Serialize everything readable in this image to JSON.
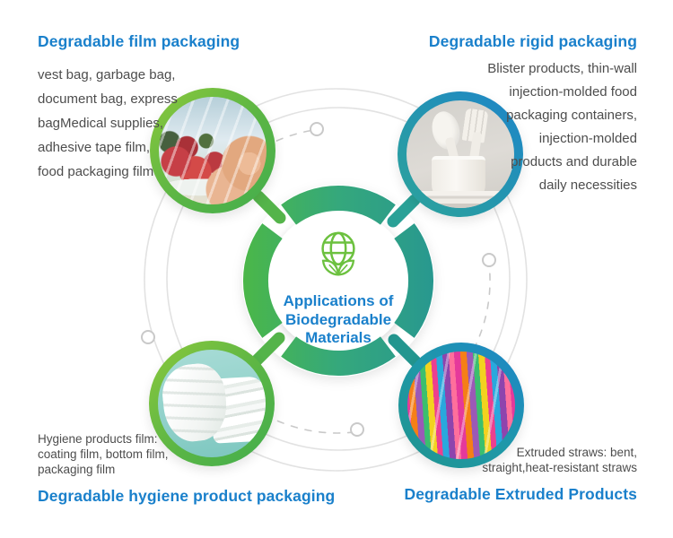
{
  "center": {
    "icon": "globe-leaf-icon",
    "title_lines": [
      "Applications of",
      "Biodegradable",
      "Materials"
    ]
  },
  "sections": {
    "film": {
      "heading": "Degradable film packaging",
      "body_lines": [
        "vest bag, garbage bag,",
        "document bag, express",
        "bagMedical supplies,",
        "adhesive tape film,",
        "food packaging film"
      ],
      "image": "plastic-wrapped-tomatoes-photo",
      "ring": "green"
    },
    "rigid": {
      "heading": "Degradable rigid packaging",
      "body_lines": [
        "Blister products, thin-wall",
        "injection-molded food",
        "packaging containers,",
        "injection-molded",
        "products and durable",
        "daily necessities"
      ],
      "image": "disposable-tableware-photo",
      "ring": "blue"
    },
    "hygiene": {
      "heading": "Degradable hygiene product packaging",
      "body_lines": [
        "Hygiene products film:",
        "coating film, bottom film,",
        "packaging film"
      ],
      "image": "diapers-photo",
      "ring": "green"
    },
    "extruded": {
      "heading": "Degradable Extruded Products",
      "body_lines": [
        "Extruded straws: bent,",
        "straight,heat-resistant straws"
      ],
      "image": "colorful-straws-photo",
      "ring": "teal"
    }
  },
  "colors": {
    "heading_blue": "#1a80cb",
    "body_text": "#4d4d4d",
    "green": "#55b54a",
    "light_green": "#8bc83c",
    "teal": "#2a9d95",
    "blue": "#1e86c8",
    "line_gray": "#e2e2e2",
    "dash_gray": "#c9c9c9"
  }
}
